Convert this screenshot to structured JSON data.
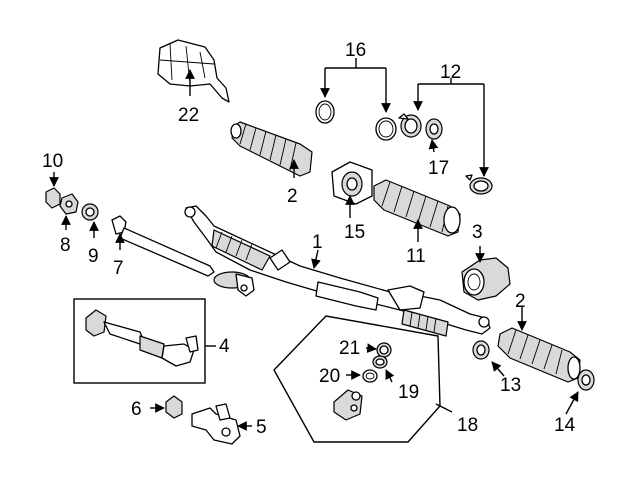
{
  "diagram": {
    "callouts": {
      "c1": "1",
      "c2a": "2",
      "c2b": "2",
      "c3": "3",
      "c4": "4",
      "c5": "5",
      "c6": "6",
      "c7": "7",
      "c8": "8",
      "c9": "9",
      "c10": "10",
      "c11": "11",
      "c12": "12",
      "c13": "13",
      "c14": "14",
      "c15": "15",
      "c16": "16",
      "c17": "17",
      "c18": "18",
      "c19": "19",
      "c20": "20",
      "c21": "21",
      "c22": "22"
    }
  }
}
